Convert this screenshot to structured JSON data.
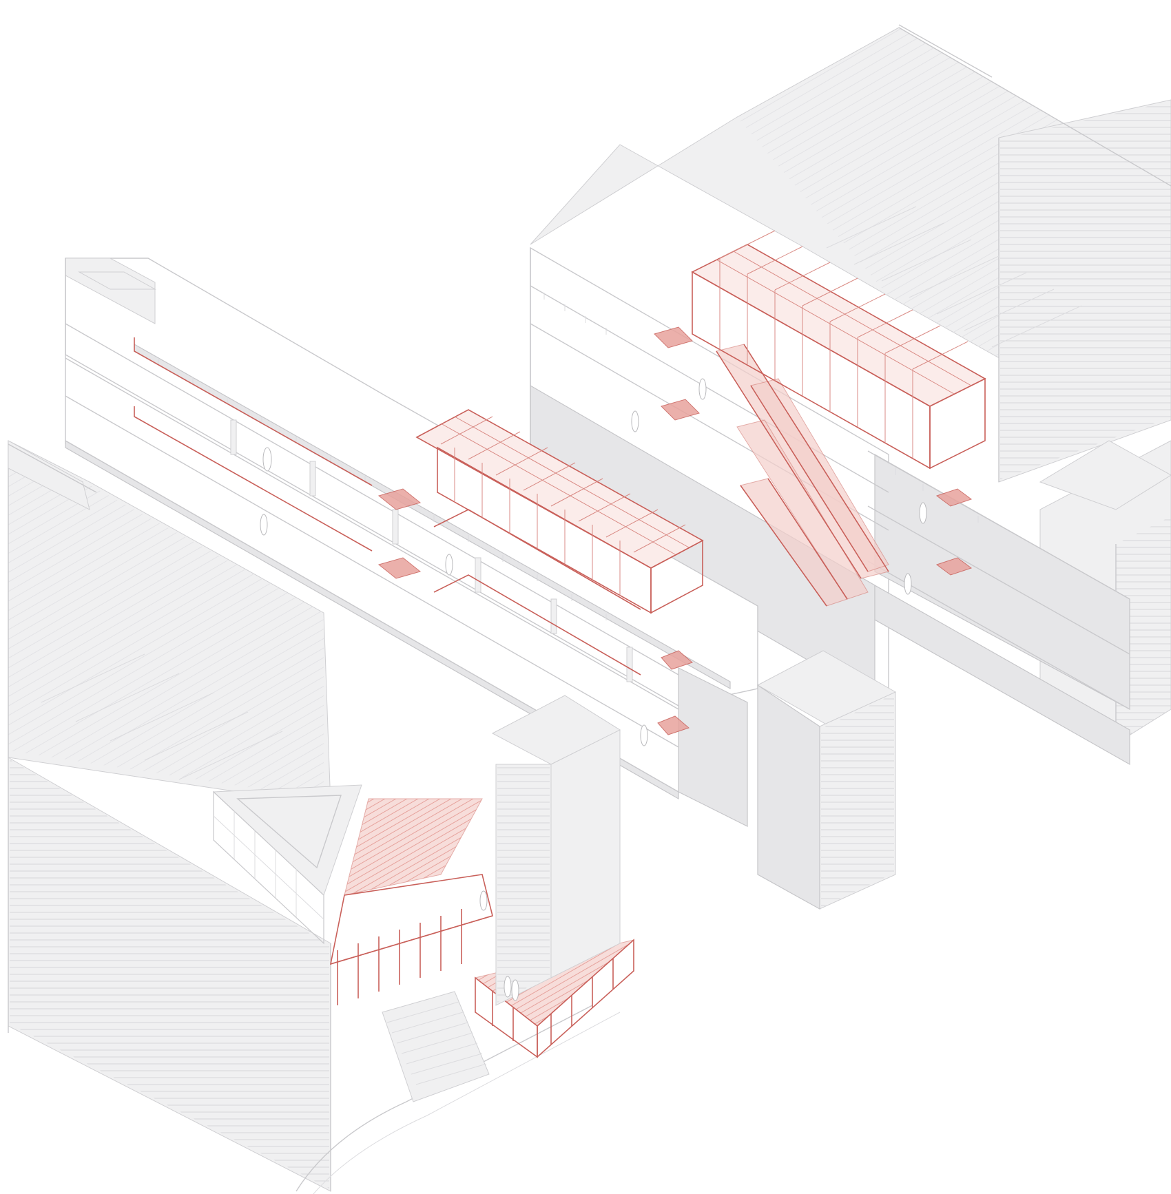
{
  "drawing": {
    "type": "axonometric-section",
    "colors": {
      "line": "#c9c9cc",
      "fill": "#e6e6e8",
      "highlight": "#c9605a",
      "highlight_fill": "#e8a39d",
      "background": "#ffffff"
    },
    "components": [
      "top-right-building-block",
      "middle-station-section",
      "glass-canopy-middle",
      "glass-canopy-upper",
      "escalator-hall",
      "bottom-left-building-block",
      "entrance-plaza"
    ]
  }
}
